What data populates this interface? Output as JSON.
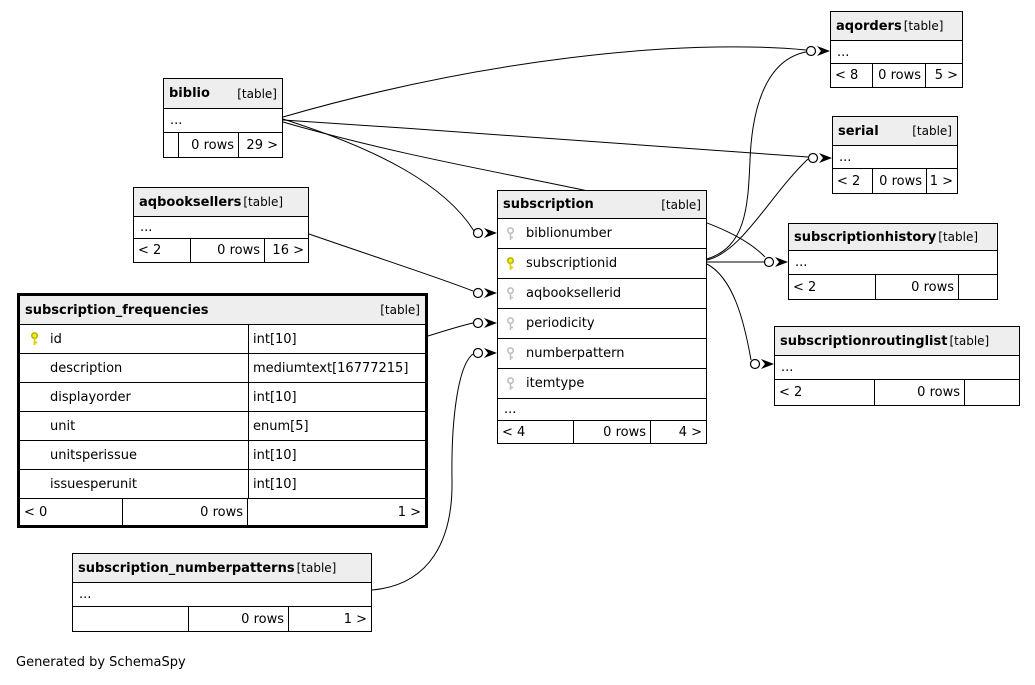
{
  "diagram": {
    "credit": "Generated by SchemaSpy",
    "tag": "[table]",
    "ellipsis": "...",
    "colors": {
      "header_bg": "#eeeeee",
      "line": "#000000",
      "pk_key": "#e8e70e",
      "fk_key": "#c8c8c8"
    }
  },
  "tables": {
    "biblio": {
      "name": "biblio",
      "tag": "[table]",
      "body": "...",
      "footer": {
        "left": "",
        "mid": "0 rows",
        "right": "29 >"
      }
    },
    "aqorders": {
      "name": "aqorders",
      "tag": "[table]",
      "body": "...",
      "footer": {
        "left": "< 8",
        "mid": "0 rows",
        "right": "5 >"
      }
    },
    "serial": {
      "name": "serial",
      "tag": "[table]",
      "body": "...",
      "footer": {
        "left": "< 2",
        "mid": "0 rows",
        "right": "1 >"
      }
    },
    "aqbooksellers": {
      "name": "aqbooksellers",
      "tag": "[table]",
      "body": "...",
      "footer": {
        "left": "< 2",
        "mid": "0 rows",
        "right": "16 >"
      }
    },
    "subscription": {
      "name": "subscription",
      "tag": "[table]",
      "ellipsis": "...",
      "columns": [
        {
          "name": "biblionumber",
          "key": "fk"
        },
        {
          "name": "subscriptionid",
          "key": "pk"
        },
        {
          "name": "aqbooksellerid",
          "key": "fk"
        },
        {
          "name": "periodicity",
          "key": "fk"
        },
        {
          "name": "numberpattern",
          "key": "fk"
        },
        {
          "name": "itemtype",
          "key": "fk"
        }
      ],
      "footer": {
        "left": "< 4",
        "mid": "0 rows",
        "right": "4 >"
      }
    },
    "subscriptionhistory": {
      "name": "subscriptionhistory",
      "tag": "[table]",
      "body": "...",
      "footer": {
        "left": "< 2",
        "mid": "0 rows",
        "right": ""
      }
    },
    "subscriptionroutinglist": {
      "name": "subscriptionroutinglist",
      "tag": "[table]",
      "body": "...",
      "footer": {
        "left": "< 2",
        "mid": "0 rows",
        "right": ""
      }
    },
    "subscription_frequencies": {
      "name": "subscription_frequencies",
      "tag": "[table]",
      "columns": [
        {
          "name": "id",
          "type": "int[10]",
          "key": "pk"
        },
        {
          "name": "description",
          "type": "mediumtext[16777215]",
          "key": "none"
        },
        {
          "name": "displayorder",
          "type": "int[10]",
          "key": "none"
        },
        {
          "name": "unit",
          "type": "enum[5]",
          "key": "none"
        },
        {
          "name": "unitsperissue",
          "type": "int[10]",
          "key": "none"
        },
        {
          "name": "issuesperunit",
          "type": "int[10]",
          "key": "none"
        }
      ],
      "footer": {
        "left": "< 0",
        "mid": "0 rows",
        "right": "1 >"
      }
    },
    "subscription_numberpatterns": {
      "name": "subscription_numberpatterns",
      "tag": "[table]",
      "body": "...",
      "footer": {
        "left": "",
        "mid": "0 rows",
        "right": "1 >"
      }
    }
  },
  "relationships": [
    {
      "from": "biblio",
      "to": "subscription.biblionumber"
    },
    {
      "from": "biblio",
      "to": "aqorders"
    },
    {
      "from": "biblio",
      "to": "serial"
    },
    {
      "from": "biblio",
      "to": "subscriptionhistory"
    },
    {
      "from": "subscription.subscriptionid",
      "to": "aqorders"
    },
    {
      "from": "subscription.subscriptionid",
      "to": "serial"
    },
    {
      "from": "subscription.subscriptionid",
      "to": "subscriptionhistory"
    },
    {
      "from": "subscription.subscriptionid",
      "to": "subscriptionroutinglist"
    },
    {
      "from": "aqbooksellers",
      "to": "subscription.aqbooksellerid"
    },
    {
      "from": "subscription_frequencies",
      "to": "subscription.periodicity"
    },
    {
      "from": "subscription_numberpatterns",
      "to": "subscription.numberpattern"
    }
  ]
}
